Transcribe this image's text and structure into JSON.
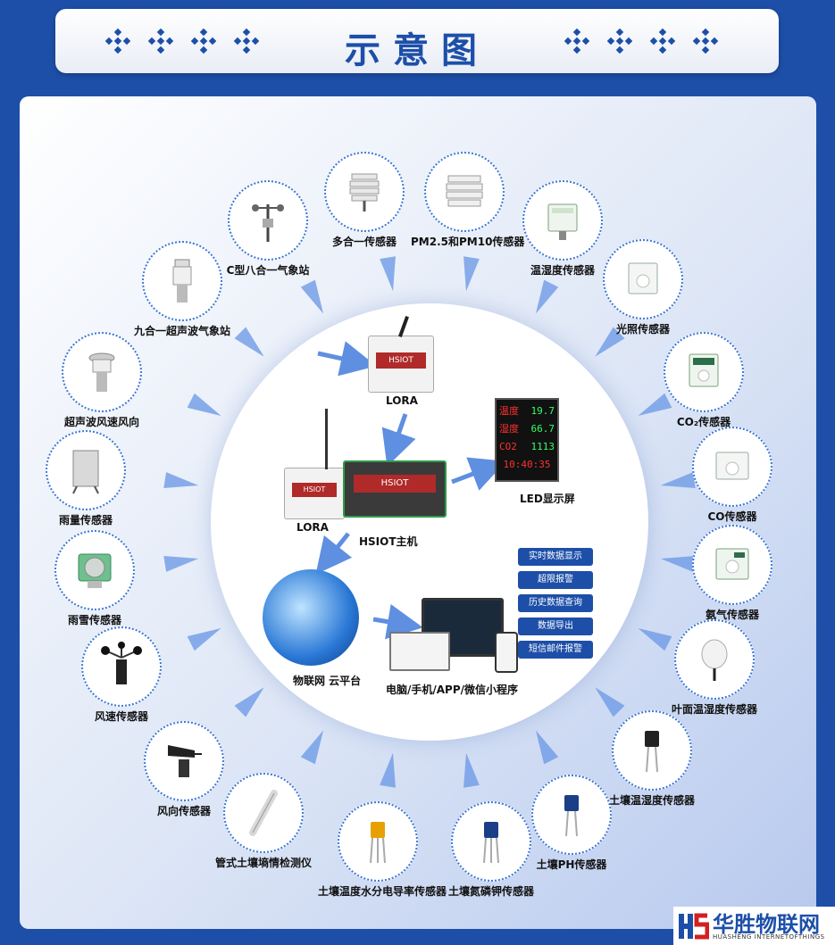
{
  "header": {
    "title": "示意图"
  },
  "sensors": [
    {
      "label": "C型八合一气象站",
      "icon": "weather-station-icon"
    },
    {
      "label": "多合一传感器",
      "icon": "louver-sensor-icon"
    },
    {
      "label": "PM2.5和PM10传感器",
      "icon": "louver-sensor-icon"
    },
    {
      "label": "温湿度传感器",
      "icon": "wall-sensor-icon"
    },
    {
      "label": "光照传感器",
      "icon": "wall-sensor-icon"
    },
    {
      "label": "CO₂传感器",
      "icon": "wall-sensor-icon"
    },
    {
      "label": "CO传感器",
      "icon": "wall-sensor-icon"
    },
    {
      "label": "氨气传感器",
      "icon": "wall-sensor-icon"
    },
    {
      "label": "叶面温湿度传感器",
      "icon": "leaf-sensor-icon"
    },
    {
      "label": "土壤温湿度传感器",
      "icon": "soil-probe-icon"
    },
    {
      "label": "土壤PH传感器",
      "icon": "soil-probe-icon"
    },
    {
      "label": "土壤氮磷钾传感器",
      "icon": "soil-probe-icon"
    },
    {
      "label": "土壤温度水分电导率传感器",
      "icon": "soil-probe-icon"
    },
    {
      "label": "管式土壤墒情检测仪",
      "icon": "tube-sensor-icon"
    },
    {
      "label": "风向传感器",
      "icon": "wind-vane-icon"
    },
    {
      "label": "风速传感器",
      "icon": "anemometer-icon"
    },
    {
      "label": "雨雪传感器",
      "icon": "rain-snow-icon"
    },
    {
      "label": "雨量传感器",
      "icon": "rain-gauge-icon"
    },
    {
      "label": "超声波风速风向",
      "icon": "ultrasonic-icon"
    },
    {
      "label": "九合一超声波气象站",
      "icon": "ultrasonic-station-icon"
    }
  ],
  "center": {
    "lora_top": "LORA",
    "lora_left": "LORA",
    "host": "HSIOT主机",
    "device_brand": "HSIOT",
    "led_screen": "LED显示屏",
    "cloud": "物联网 云平台",
    "terminals": "电脑/手机/APP/微信小程序",
    "led_rows": [
      {
        "name": "温度",
        "value": "19.7"
      },
      {
        "name": "湿度",
        "value": "66.7"
      },
      {
        "name": "CO2",
        "value": "1113"
      }
    ],
    "led_clock": "10:40:35",
    "features": [
      "实时数据显示",
      "超限报警",
      "历史数据查询",
      "数据导出",
      "短信邮件报警"
    ]
  },
  "logo": {
    "name": "华胜物联网",
    "sub": "HUASHENG INTERNETOFTHINGS"
  },
  "colors": {
    "brand": "#1d4fa8",
    "ring": "#3d78d6",
    "arrow": "#6f9be6",
    "led_red": "#ff3030",
    "led_green": "#33ff66"
  }
}
